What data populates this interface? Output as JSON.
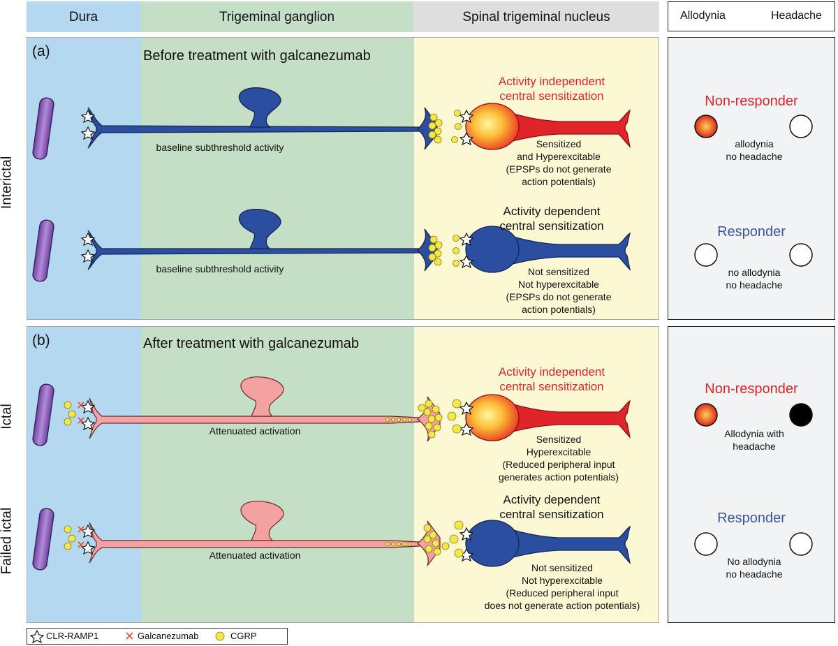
{
  "headers": {
    "dura": "Dura",
    "ganglion": "Trigeminal ganglion",
    "nucleus": "Spinal trigeminal nucleus",
    "allodynia": "Allodynia",
    "headache": "Headache"
  },
  "row_labels": {
    "interictal": "Interictal",
    "ictal": "Ictal",
    "failed_ictal": "Failed ictal"
  },
  "panel_a": {
    "label": "(a)",
    "title": "Before treatment with galcanezumab",
    "row1": {
      "activity": "baseline subthreshold activity",
      "sensitization": [
        "Activity independent",
        "central sensitization"
      ],
      "description": [
        "Sensitized",
        "and Hyperexcitable",
        "(EPSPs do not generate",
        "action potentials)"
      ],
      "response": "Non-responder",
      "response_caption": [
        "allodynia",
        "no headache"
      ]
    },
    "row2": {
      "activity": "baseline subthreshold activity",
      "sensitization": [
        "Activity dependent",
        "central sensitization"
      ],
      "description": [
        "Not sensitized",
        "Not hyperexcitable",
        "(EPSPs do not generate",
        "action potentials)"
      ],
      "response": "Responder",
      "response_caption": [
        "no allodynia",
        "no headache"
      ]
    }
  },
  "panel_b": {
    "label": "(b)",
    "title": "After treatment with galcanezumab",
    "row1": {
      "activity": "Attenuated activation",
      "sensitization": [
        "Activity independent",
        "central sensitization"
      ],
      "description": [
        "Sensitized",
        "Hyperexcitable",
        "(Reduced peripheral input",
        "generates action potentials)"
      ],
      "response": "Non-responder",
      "response_caption": [
        "Allodynia with",
        "headache"
      ]
    },
    "row2": {
      "activity": "Attenuated activation",
      "sensitization": [
        "Activity dependent",
        "central sensitization"
      ],
      "description": [
        "Not sensitized",
        "Not hyperexcitable",
        "(Reduced peripheral input",
        "does not generate action potentials)"
      ],
      "response": "Responder",
      "response_caption": [
        "No allodynia",
        "no headache"
      ]
    }
  },
  "legend": {
    "receptor": "CLR-RAMP1",
    "antibody": "Galcanezumab",
    "peptide": "CGRP"
  },
  "colors": {
    "dura_bg": "#b3d8f0",
    "ganglion_bg": "#c5dec6",
    "nucleus_bg": "#fbf8d3",
    "nucleus_header_bg": "#dedede",
    "neuron_blue": "#2c4ea0",
    "neuron_pink": "#f4a1a1",
    "vessel_purple": "#8e62ba",
    "sensitized_red": "#e0242a",
    "responder_blue": "#3c55a4",
    "cgrp_yellow": "#f3e84a",
    "antibody_red": "#e05030",
    "response_panel_bg": "#f2f3f5"
  },
  "icons": {
    "receptor": "star-outline-icon",
    "antibody": "x-cross-icon",
    "peptide": "yellow-dot-icon",
    "vessel": "blood-vessel-icon",
    "neuron": "neuron-icon",
    "symptom_off": "empty-circle-icon",
    "symptom_allodynia": "gradient-circle-icon",
    "symptom_headache": "black-circle-icon"
  }
}
